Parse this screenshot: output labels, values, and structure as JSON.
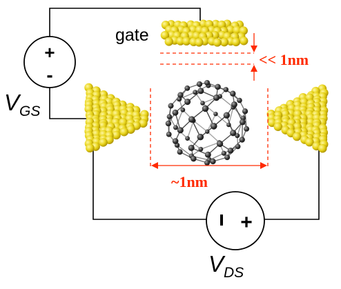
{
  "labels": {
    "gate": "gate",
    "vgs_main": "V",
    "vgs_sub": "GS",
    "vds_main": "V",
    "vds_sub": "DS",
    "gap": "<< 1nm",
    "width": "~1nm",
    "plus": "+",
    "minus": "-"
  },
  "colors": {
    "wire": "#000000",
    "gold": "#e8d41a",
    "gold_dark": "#b39a00",
    "red": "#ff2a00",
    "carbon": "#333333"
  },
  "icons": {
    "vgs_source": "voltage-source-icon",
    "vds_source": "voltage-source-icon",
    "molecule": "c60-fullerene-icon",
    "gate": "gold-cluster-icon",
    "left_electrode": "gold-cluster-icon",
    "right_electrode": "gold-cluster-icon"
  }
}
